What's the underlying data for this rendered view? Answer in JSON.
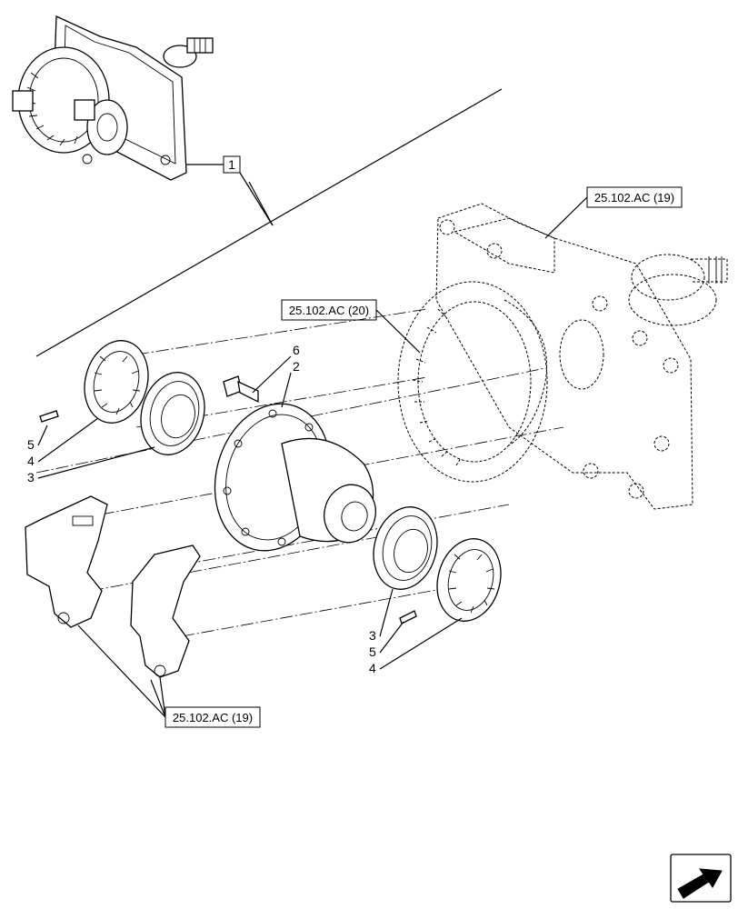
{
  "callouts": {
    "assembly": "1",
    "housing_ref": "25.102.AC (19)",
    "gear_ref": "25.102.AC (20)",
    "caps_ref": "25.102.AC (19)",
    "left_5": "5",
    "left_4": "4",
    "left_3": "3",
    "bolt_6": "6",
    "case_2": "2",
    "right_3": "3",
    "right_5": "5",
    "right_4": "4"
  },
  "icons": {
    "navigation": "next-page-arrow-icon"
  }
}
